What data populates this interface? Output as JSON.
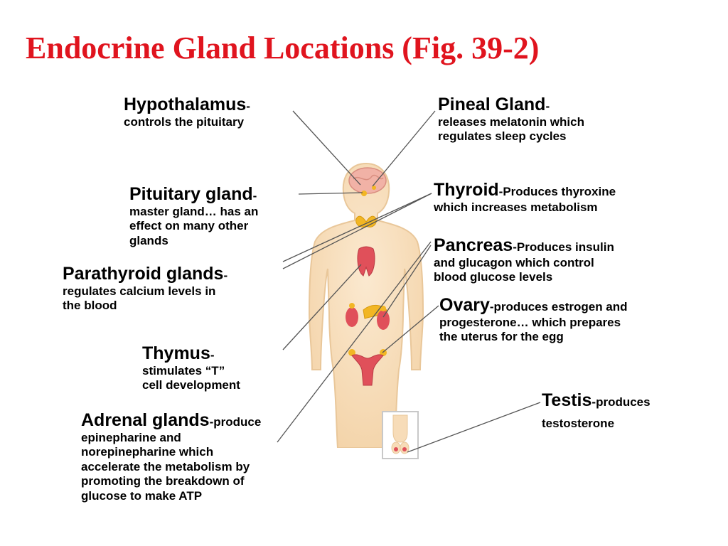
{
  "title": "Endocrine Gland Locations (Fig. 39-2)",
  "labels": {
    "hypothalamus": {
      "head": "Hypothalamus",
      "dash": "-",
      "desc": "controls the pituitary"
    },
    "pineal": {
      "head": "Pineal Gland",
      "dash": "-",
      "desc1": "releases melatonin which",
      "desc2": "regulates sleep cycles"
    },
    "pituitary": {
      "head": "Pituitary gland",
      "dash": "-",
      "desc1": "master gland… has an",
      "desc2": "effect on many other",
      "desc3": "glands"
    },
    "thyroid": {
      "head": "Thyroid",
      "inline": "-Produces thyroxine",
      "desc": "which increases metabolism"
    },
    "pancreas": {
      "head": "Pancreas",
      "inline": "-Produces insulin",
      "desc1": "and glucagon which control",
      "desc2": "blood glucose levels"
    },
    "parathyroid": {
      "head": "Parathyroid glands",
      "dash": "-",
      "desc1": "regulates calcium levels in",
      "desc2": "the blood"
    },
    "ovary": {
      "head": "Ovary",
      "inline": "-produces estrogen and",
      "desc1": "progesterone… which prepares",
      "desc2": "the uterus for the egg"
    },
    "thymus": {
      "head": "Thymus",
      "dash": "-",
      "desc1": "stimulates “T”",
      "desc2": "cell development"
    },
    "testis": {
      "head": "Testis",
      "inline": "-produces",
      "desc": "testosterone"
    },
    "adrenal": {
      "head": "Adrenal glands",
      "inline": "-produce",
      "desc1": "epinepharine and",
      "desc2": "norepinepharine which",
      "desc3": "accelerate the metabolism by",
      "desc4": "promoting the breakdown of",
      "desc5": "glucose to make ATP"
    }
  },
  "colors": {
    "title": "#e0141e",
    "skin": "#f7dcb8",
    "skin_outline": "#e9c79a",
    "organ_red": "#e0505a",
    "organ_yellow": "#f2b624",
    "leader_line": "#555555"
  }
}
